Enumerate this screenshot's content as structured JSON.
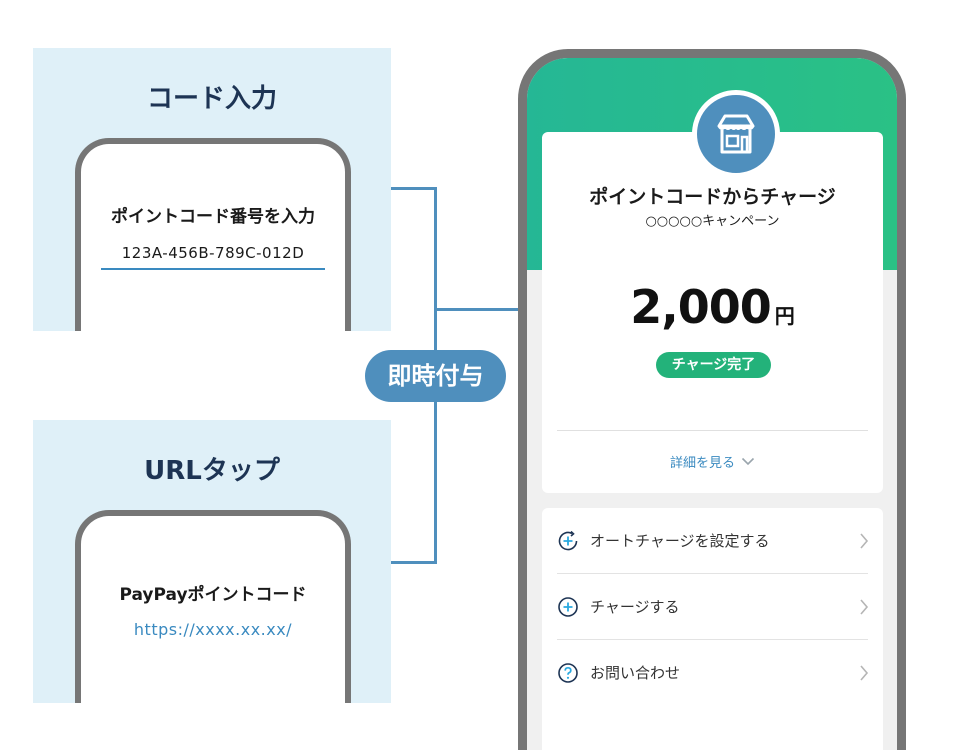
{
  "code_panel": {
    "title": "コード入力",
    "field_label": "ポイントコード番号を入力",
    "code_value": "123A-456B-789C-012D"
  },
  "url_panel": {
    "title": "URLタップ",
    "label": "PayPayポイントコード",
    "link": "https://xxxx.xx.xx/"
  },
  "badge": "即時付与",
  "phone": {
    "icon": "store-icon",
    "title": "ポイントコードからチャージ",
    "subtitle": "○○○○○キャンペーン",
    "amount": "2,000",
    "currency": "円",
    "status": "チャージ完了",
    "details_link": "詳細を見る",
    "menu": [
      {
        "icon": "auto-charge-icon",
        "label": "オートチャージを設定する"
      },
      {
        "icon": "plus-circle-icon",
        "label": "チャージする"
      },
      {
        "icon": "help-circle-icon",
        "label": "お問い合わせ"
      }
    ]
  },
  "colors": {
    "panel_bg": "#dff0f8",
    "accent_blue": "#4f8fbd",
    "green": "#25b795",
    "status_green": "#23b27a",
    "frame_gray": "#767676"
  }
}
